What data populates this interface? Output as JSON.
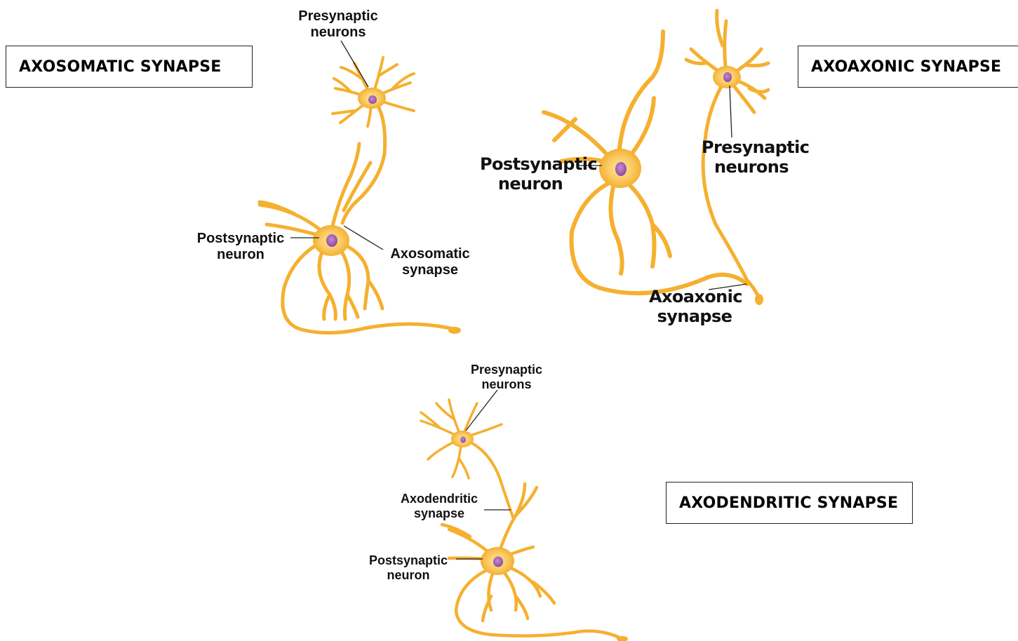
{
  "titles": {
    "axosomatic": "AXOSOMATIC SYNAPSE",
    "axoaxonic": "AXOAXONIC SYNAPSE",
    "axodendritic": "AXODENDRITIC SYNAPSE"
  },
  "axosomatic_panel": {
    "presynaptic": [
      "Presynaptic",
      "neurons"
    ],
    "postsynaptic": [
      "Postsynaptic",
      "neuron"
    ],
    "synapse": [
      "Axosomatic",
      "synapse"
    ]
  },
  "axoaxonic_panel": {
    "presynaptic": [
      "Presynaptic",
      "neurons"
    ],
    "postsynaptic": [
      "Postsynaptic",
      "neuron"
    ],
    "synapse": [
      "Axoaxonic",
      "synapse"
    ]
  },
  "axodendritic_panel": {
    "presynaptic": [
      "Presynaptic",
      "neurons"
    ],
    "postsynaptic": [
      "Postsynaptic",
      "neuron"
    ],
    "synapse": [
      "Axodendritic",
      "synapse"
    ]
  },
  "colors": {
    "neuron_fill": "#f7b733",
    "neuron_stroke": "#e39a18",
    "soma_center": "#fde9a6",
    "nucleus": "#a45fb4",
    "leader_line": "#222222"
  }
}
